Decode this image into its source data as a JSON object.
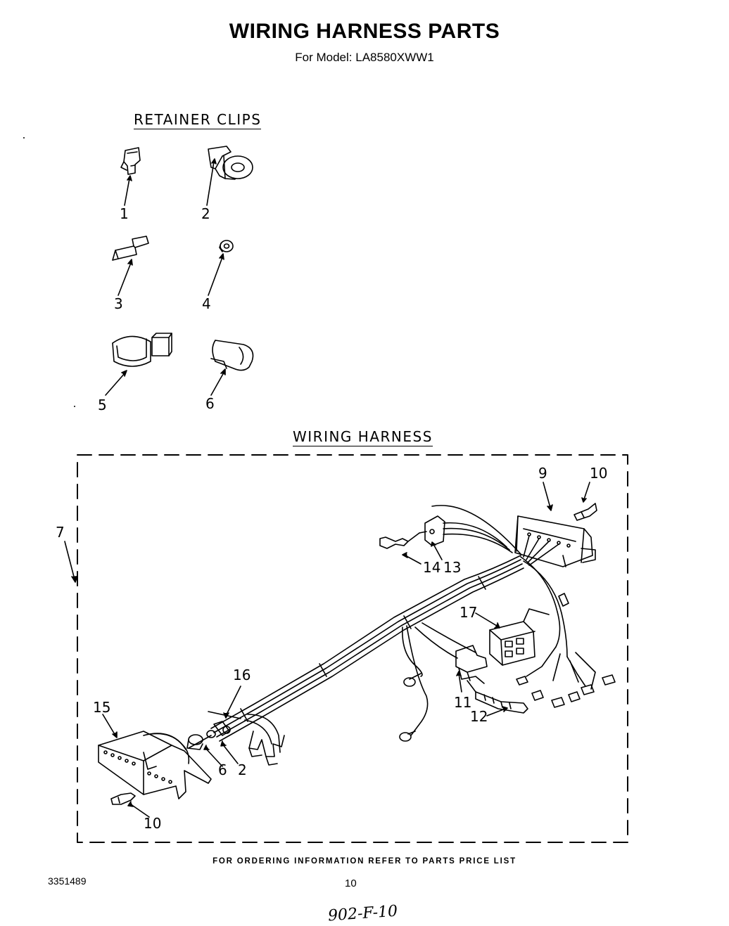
{
  "header": {
    "title": "WIRING HARNESS PARTS",
    "subtitle": "For Model: LA8580XWW1"
  },
  "sections": {
    "retainer_clips": "RETAINER CLIPS",
    "wiring_harness": "WIRING HARNESS"
  },
  "callouts": {
    "clip_1": "1",
    "clip_2": "2",
    "clip_3": "3",
    "clip_4": "4",
    "clip_5": "5",
    "clip_6": "6",
    "harness": "7",
    "block_9": "9",
    "terminal_10_top": "10",
    "terminal_10_bottom": "10",
    "part_11": "11",
    "part_12": "12",
    "part_13": "13",
    "part_14": "14",
    "block_15": "15",
    "part_16": "16",
    "part_17": "17",
    "clip_6_harness": "6",
    "clip_2_harness": "2"
  },
  "footer": {
    "ordering_note": "FOR ORDERING INFORMATION REFER TO PARTS PRICE LIST",
    "doc_number": "3351489",
    "page_number": "10",
    "handwritten_note": "902-F-10"
  }
}
